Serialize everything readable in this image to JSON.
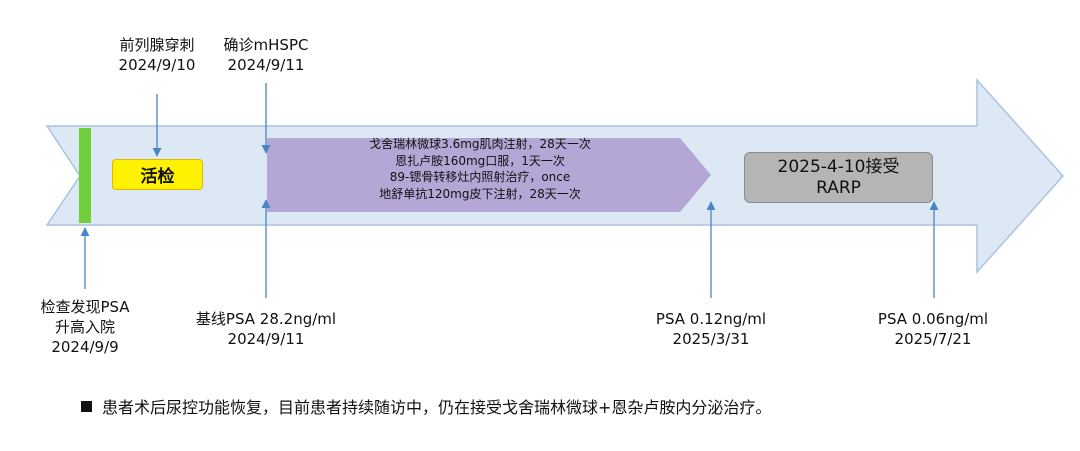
{
  "events_top": [
    {
      "line1": "前列腺穿刺",
      "line2": "2024/9/10"
    },
    {
      "line1": "确诊mHSPC",
      "line2": "2024/9/11"
    }
  ],
  "events_bottom": [
    {
      "line1": "检查发现PSA",
      "line2": "升高入院",
      "line3": "2024/9/9"
    },
    {
      "line1": "基线PSA 28.2ng/ml",
      "line2": "2024/9/11"
    },
    {
      "line1": "PSA 0.12ng/ml",
      "line2": "2025/3/31"
    },
    {
      "line1": "PSA 0.06ng/ml",
      "line2": "2025/7/21"
    }
  ],
  "biopsy_label": "活检",
  "treatment": [
    "戈舍瑞林微球3.6mg肌肉注射，28天一次",
    "恩扎卢胺160mg口服，1天一次",
    "89-锶骨转移灶内照射治疗，once",
    "地舒单抗120mg皮下注射，28天一次"
  ],
  "rarp": {
    "line1": "2025-4-10接受",
    "line2": "RARP"
  },
  "footnote": "患者术后尿控功能恢复，目前患者持续随访中，仍在接受戈舍瑞林微球+恩杂卢胺内分泌治疗。",
  "colors": {
    "arrow_fill": "#dce9f5",
    "arrow_stroke": "#a9c4de",
    "start_bar": "#6fcf3b",
    "treatment_fill": "#b4a7d6",
    "pointer": "#4a86c5"
  }
}
